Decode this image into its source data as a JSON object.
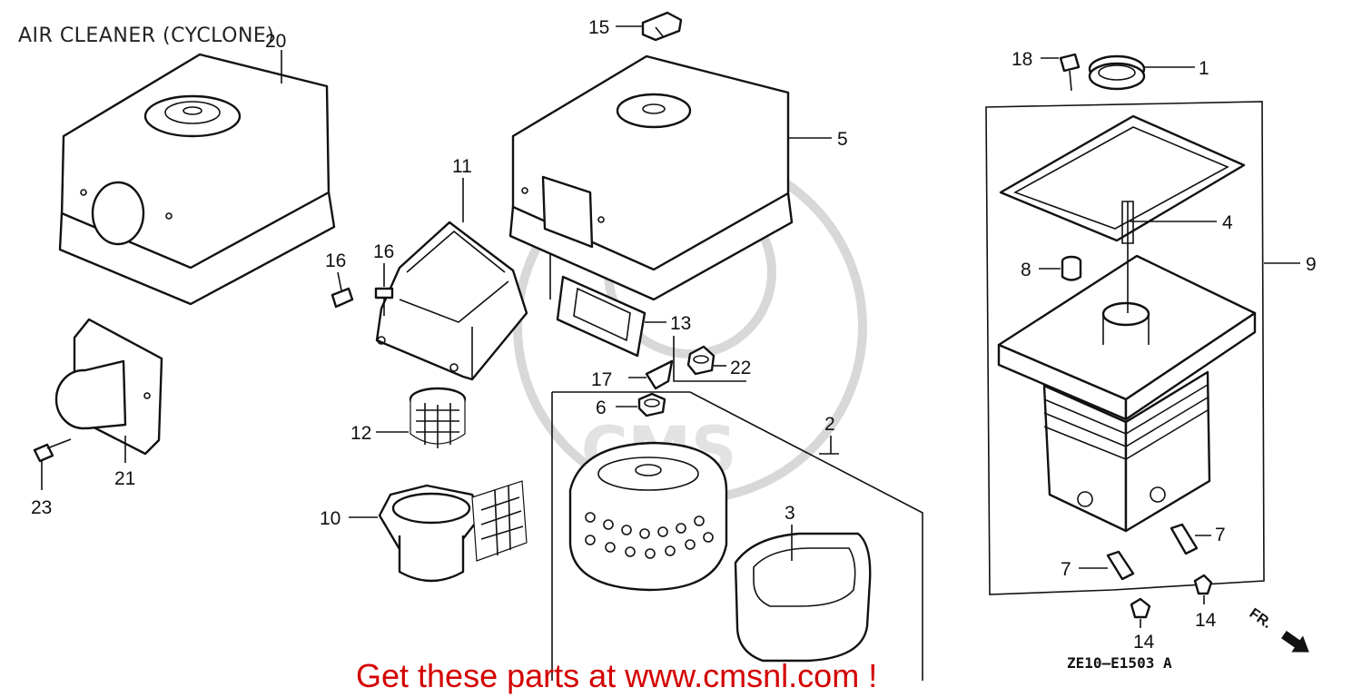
{
  "title": "AIR CLEANER (CYCLONE)",
  "diagram_code": "ZE10—E1503 A",
  "front_marker": "FR.",
  "advert": "Get these parts at www.cmsnl.com !",
  "watermark": "CMS",
  "accent_color": "#d40000",
  "callouts": {
    "c20": "20",
    "c15": "15",
    "c18": "18",
    "c1": "1",
    "c5": "5",
    "c11": "11",
    "c4": "4",
    "c16a": "16",
    "c16b": "16",
    "c8": "8",
    "c9": "9",
    "c13": "13",
    "c22": "22",
    "c17": "17",
    "c6": "6",
    "c2": "2",
    "c12": "12",
    "c21": "21",
    "c23": "23",
    "c3": "3",
    "c10": "10",
    "c7a": "7",
    "c7b": "7",
    "c14a": "14",
    "c14b": "14"
  }
}
